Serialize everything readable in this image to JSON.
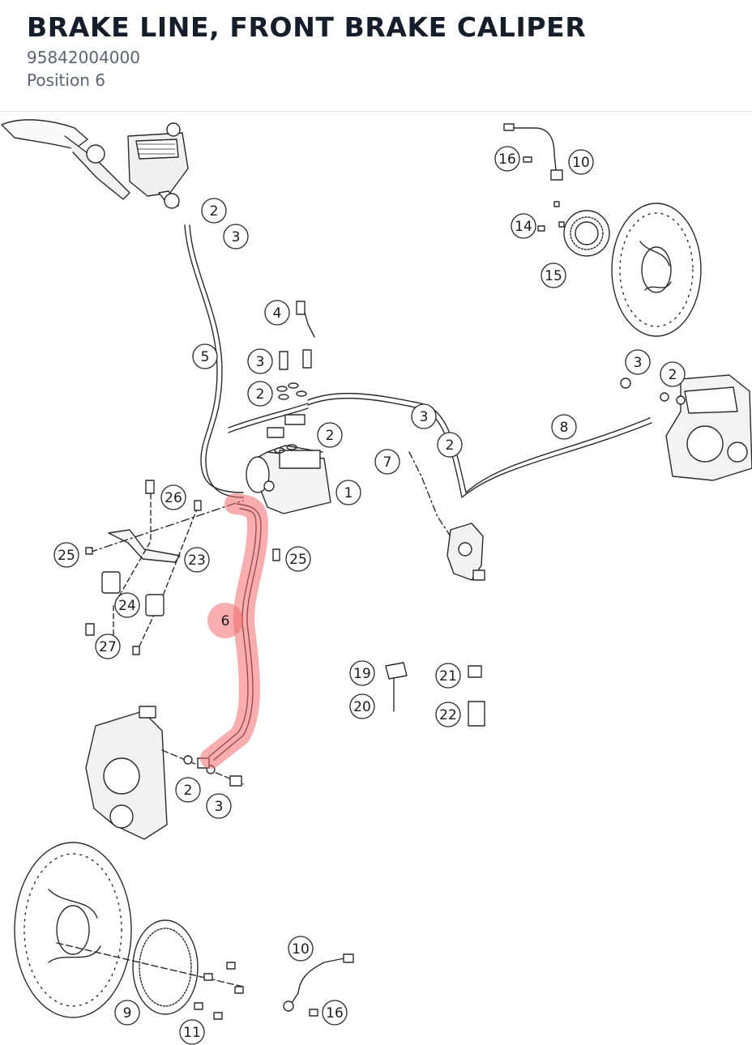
{
  "header": {
    "title": "BRAKE LINE, FRONT BRAKE CALIPER",
    "part_number": "95842004000",
    "position": "Position 6"
  },
  "callouts": {
    "c1": "1",
    "c2a": "2",
    "c2b": "2",
    "c2c": "2",
    "c2d": "2",
    "c2e": "2",
    "c2f": "2",
    "c3a": "3",
    "c3b": "3",
    "c3c": "3",
    "c3d": "3",
    "c3e": "3",
    "c4": "4",
    "c5": "5",
    "c6": "6",
    "c7": "7",
    "c8": "8",
    "c9": "9",
    "c10a": "10",
    "c10b": "10",
    "c11": "11",
    "c14": "14",
    "c15": "15",
    "c16a": "16",
    "c16b": "16",
    "c19": "19",
    "c20": "20",
    "c21": "21",
    "c22": "22",
    "c23": "23",
    "c24": "24",
    "c25a": "25",
    "c25b": "25",
    "c26": "26",
    "c27": "27"
  },
  "highlight": {
    "position_label": "6",
    "color": "#f26b6b"
  },
  "colors": {
    "title": "#161d2b",
    "subtitle": "#5b6470",
    "lines": "#2a2a2a",
    "divider": "#dfe2e6"
  }
}
